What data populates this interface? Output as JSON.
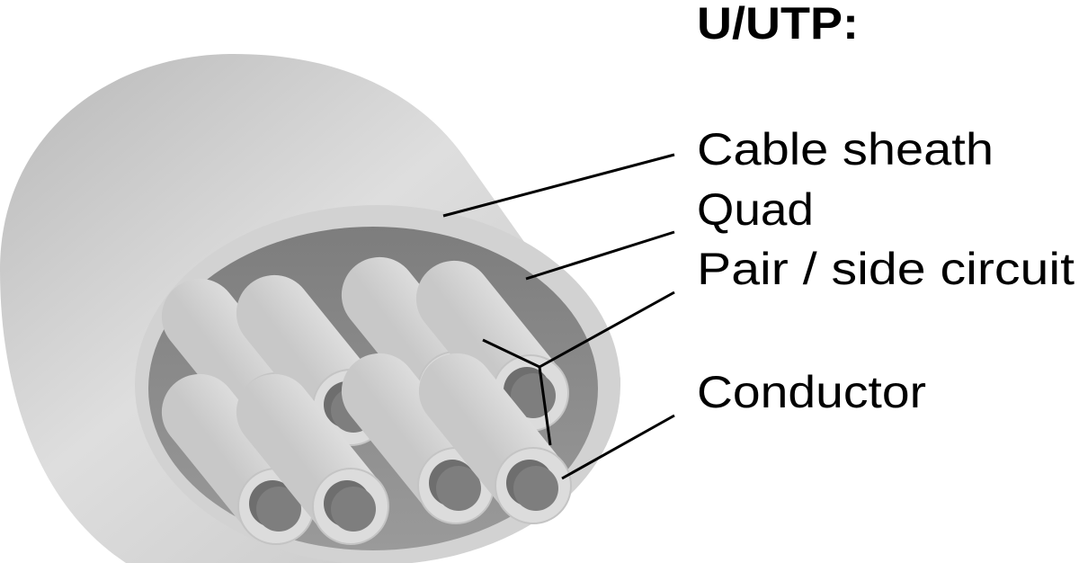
{
  "title": "U/UTP:",
  "labels": {
    "cable_sheath": "Cable sheath",
    "quad": "Quad",
    "pair": "Pair / side circuit",
    "conductor": "Conductor"
  },
  "colors": {
    "sheath": "#d4d4d4",
    "interior": "#8a8a8a",
    "insulation": "#dcdcdc",
    "conductor": "#7e7e7e"
  }
}
